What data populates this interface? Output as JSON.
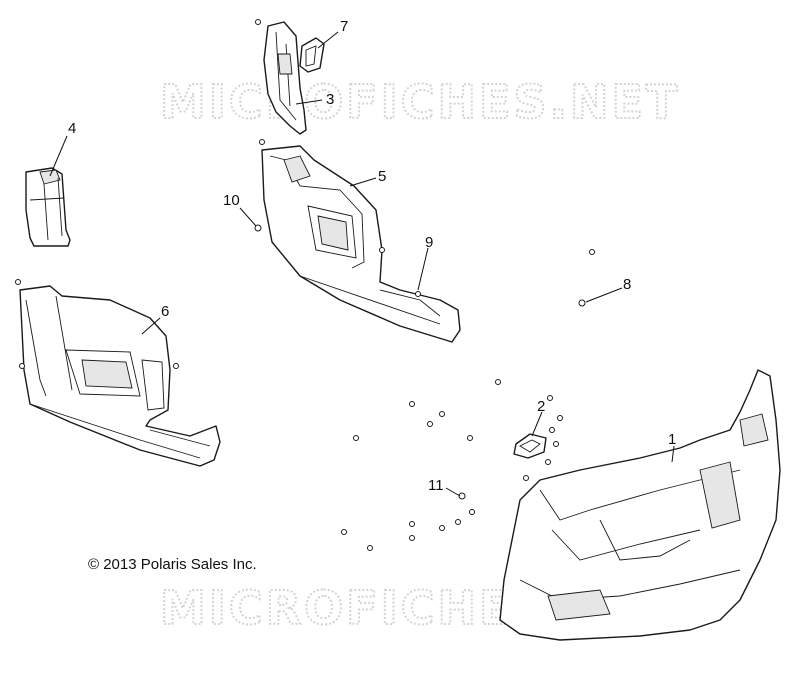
{
  "watermark": "MICROFICHES.NET",
  "copyright": "© 2013 Polaris Sales Inc.",
  "callouts": [
    "1",
    "2",
    "3",
    "4",
    "5",
    "6",
    "7",
    "8",
    "9",
    "10",
    "11"
  ]
}
